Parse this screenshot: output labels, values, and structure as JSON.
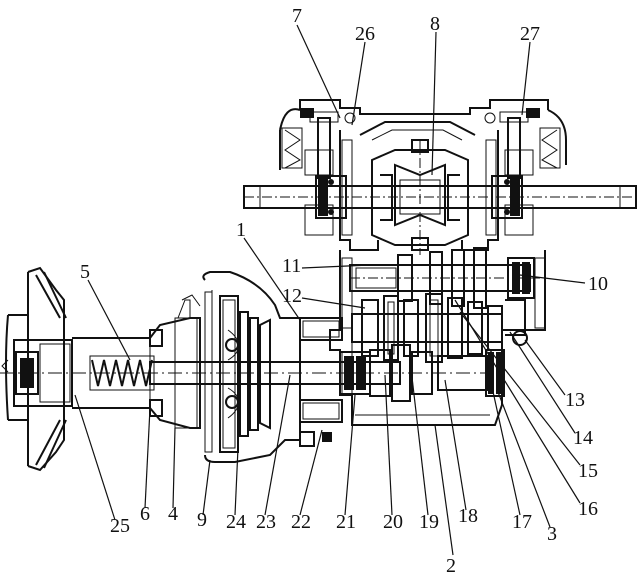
{
  "diagram": {
    "type": "mechanical-section-drawing",
    "part_labels": [
      "1",
      "2",
      "3",
      "4",
      "5",
      "6",
      "7",
      "8",
      "9",
      "10",
      "11",
      "12",
      "13",
      "14",
      "15",
      "16",
      "17",
      "18",
      "19",
      "20",
      "21",
      "22",
      "23",
      "24",
      "25",
      "26",
      "27"
    ]
  }
}
